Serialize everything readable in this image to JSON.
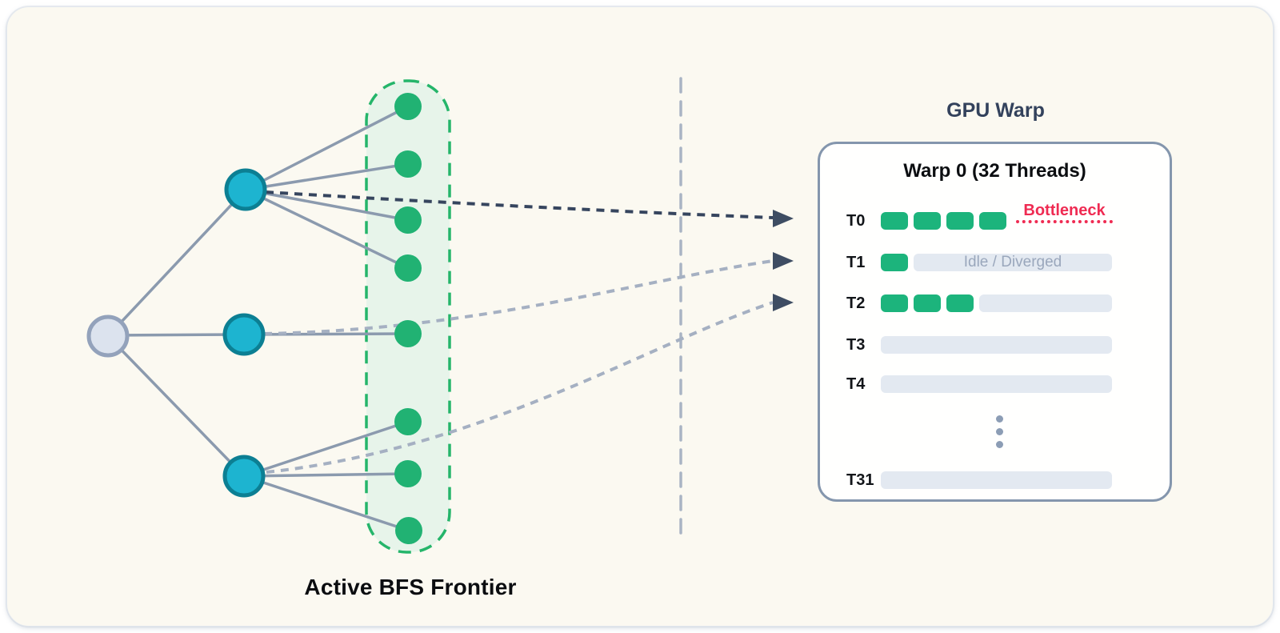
{
  "page": {
    "frontier_label": "Active BFS Frontier",
    "gpu_warp_label": "GPU Warp"
  },
  "warp_panel": {
    "title": "Warp 0 (32 Threads)",
    "threads": [
      {
        "id": "T0",
        "active_blocks": 4,
        "idle_bar": false,
        "annotation": "Bottleneck"
      },
      {
        "id": "T1",
        "active_blocks": 1,
        "idle_bar": true,
        "idle_text": "Idle / Diverged"
      },
      {
        "id": "T2",
        "active_blocks": 3,
        "idle_bar": true,
        "idle_text": ""
      },
      {
        "id": "T3",
        "active_blocks": 0,
        "idle_bar": true,
        "idle_text": ""
      },
      {
        "id": "T4",
        "active_blocks": 0,
        "idle_bar": true,
        "idle_text": ""
      },
      {
        "id": "T31",
        "active_blocks": 0,
        "idle_bar": true,
        "idle_text": ""
      }
    ],
    "hidden_threads_ellipsis": true
  },
  "tree": {
    "root_count": 1,
    "visited_node_count": 3,
    "frontier_node_count": 8,
    "children_per_visited_node": [
      4,
      1,
      3
    ],
    "arrow_mappings": [
      {
        "from": "visited-node-top",
        "to": "T0",
        "style": "dark-dashed"
      },
      {
        "from": "visited-node-middle",
        "to": "T1",
        "style": "gray-dashed"
      },
      {
        "from": "visited-node-bottom",
        "to": "T2",
        "style": "gray-dashed"
      }
    ]
  },
  "colors": {
    "card_bg": "#fbf9f1",
    "panel_bg": "#fffffe",
    "panel_border": "#8496ad",
    "title_slate": "#33425c",
    "active_green": "#1cb47c",
    "node_green": "#21b273",
    "frontier_fill": "#e7f4ea",
    "frontier_border": "#25b56a",
    "visited_teal_fill": "#1db4d0",
    "visited_teal_border": "#0c7f93",
    "unvisited_fill": "#dce3ee",
    "unvisited_border": "#93a2bb",
    "edge_gray": "#8b9aae",
    "arrow_dark": "#36455e",
    "arrow_gray": "#a5b0c2",
    "arrowhead": "#3e4d63",
    "divider": "#a9b4c4",
    "idle_bar": "#e3e9f1",
    "idle_text": "#9aa7bc",
    "bottleneck_red": "#ef2b52"
  }
}
